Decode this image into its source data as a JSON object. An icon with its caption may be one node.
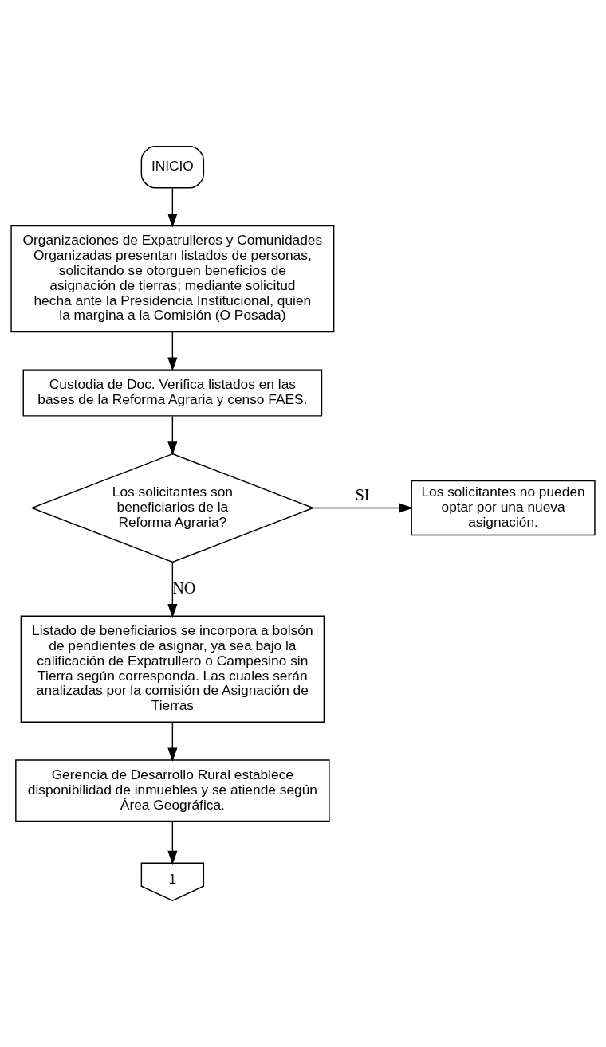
{
  "diagram": {
    "nodes": [
      {
        "text": [
          "INICIO"
        ]
      },
      {
        "text": [
          "Organizaciones de Expatrulleros y Comunidades Organizadas presentan listados de personas, solicitando se otorguen beneficios de asignación de tierras; mediante solicitud hecha ante la Presidencia Institucional, quien la margina a la Comisión (O Posada)"
        ]
      },
      {
        "text": [
          "Custodia de Doc. Verifica listados en las bases de la Reforma Agraria y censo FAES."
        ]
      },
      {
        "text": [
          "Los solicitantes son beneficiarios de la Reforma Agraria?"
        ]
      },
      {
        "text": [
          "Los solicitantes no pueden optar por una nueva asignación."
        ]
      },
      {
        "text": [
          "Listado de beneficiarios se incorpora a bolsón de pendientes de asignar, ya sea bajo la calificación de Expatrullero o Campesino sin Tierra según corresponda. Las cuales serán analizadas por la comisión de Asignación de Tierras"
        ]
      },
      {
        "text": [
          "Gerencia de Desarrollo Rural establece disponibilidad de inmuebles y se atiende según Área Geográfica."
        ]
      },
      {
        "text": [
          "1"
        ]
      }
    ],
    "edges": [
      {
        "from": 0,
        "to": 1,
        "arrow": "to"
      },
      {
        "from": 1,
        "to": 2,
        "arrow": "to"
      },
      {
        "from": 2,
        "to": 3,
        "arrow": "to"
      },
      {
        "from": 3,
        "to": 4,
        "arrow": "to",
        "label": "SI"
      },
      {
        "from": 3,
        "to": 5,
        "arrow": "to",
        "label": "NO"
      },
      {
        "from": 5,
        "to": 6,
        "arrow": "to"
      },
      {
        "from": 6,
        "to": 7,
        "arrow": "to"
      }
    ]
  }
}
